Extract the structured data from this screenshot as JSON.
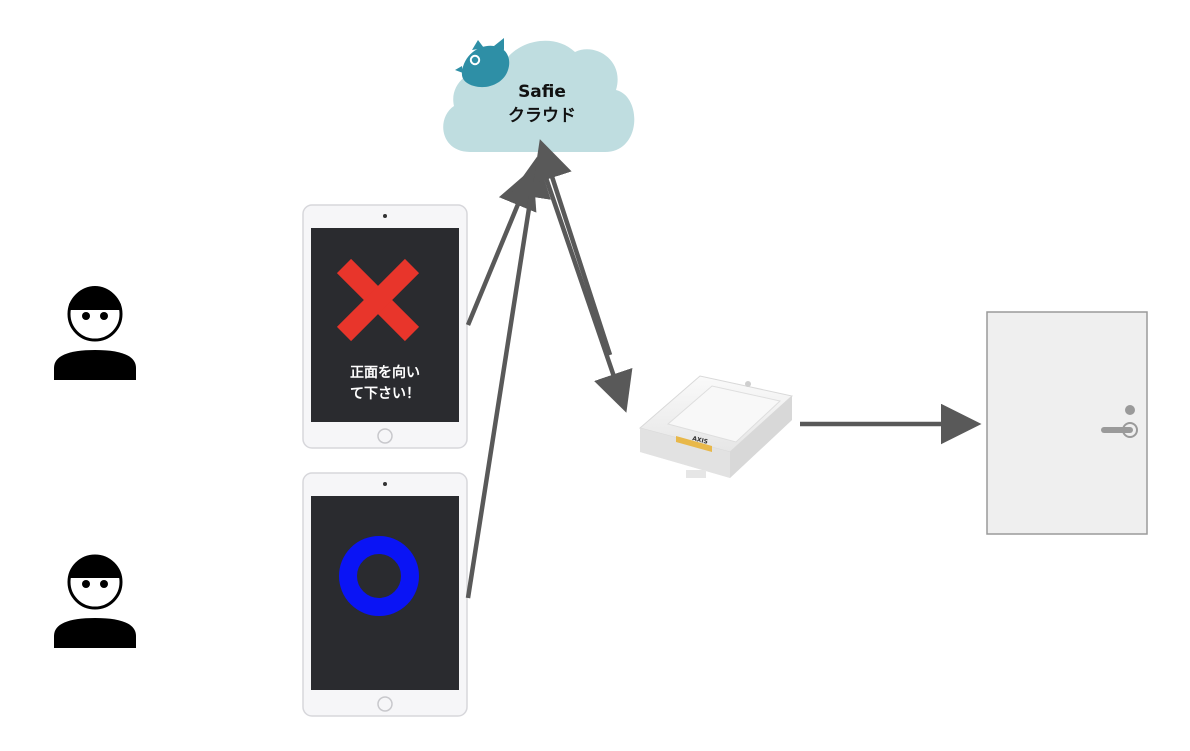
{
  "cloud": {
    "line1": "Safie",
    "line2": "クラウド",
    "mascot_icon": "safie-bird-icon",
    "color": "#bfdde0",
    "mascot_color": "#2e8fa6"
  },
  "tablet_top": {
    "message_line1": "正面を向い",
    "message_line2": "て下さい！",
    "mark_icon": "red-x-icon",
    "mark_color": "#e8352b"
  },
  "tablet_bottom": {
    "mark_icon": "blue-circle-icon",
    "mark_color": "#0a14f5"
  },
  "persons": [
    {
      "icon": "person-icon"
    },
    {
      "icon": "person-icon"
    }
  ],
  "controller": {
    "icon": "axis-door-controller-icon",
    "brand": "AXIS"
  },
  "door": {
    "icon": "door-icon"
  },
  "arrow_color": "#595959"
}
